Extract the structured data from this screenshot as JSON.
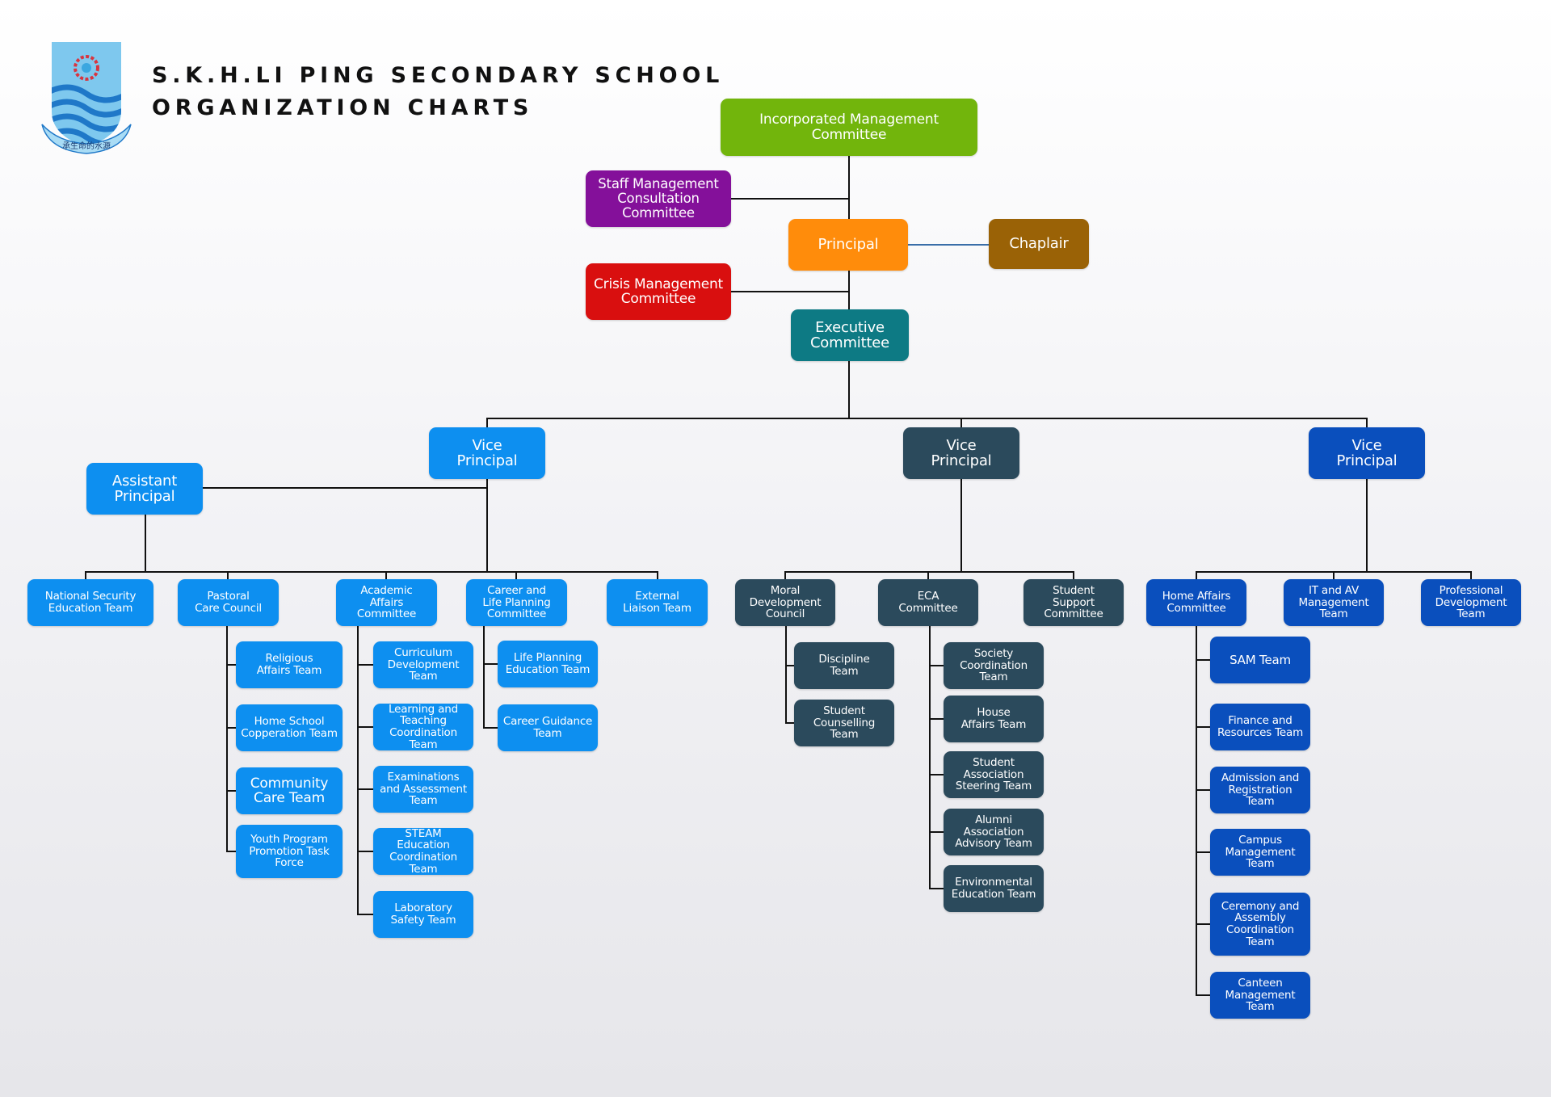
{
  "header": {
    "title_line_1": "S.K.H.LI PING SECONDARY SCHOOL",
    "title_line_2": "ORGANIZATION CHARTS",
    "logo_motto": "承生命的水源"
  },
  "colors": {
    "incorporated_committee": "#72b50c",
    "staff_consultation": "#84109a",
    "crisis": "#d90f0f",
    "principal": "#ff8c0b",
    "chaplain": "#9a6206",
    "executive": "#0d7a84",
    "light_blue_team": "#0d8ff0",
    "slate_team": "#2b4a5c",
    "dark_blue_team": "#0a4fbd",
    "connector": "#111111",
    "chaplain_connector": "#3a6ea8"
  },
  "top": {
    "imc": "Incorporated Management Committee",
    "smcc": "Staff Management\nConsultation\nCommittee",
    "principal": "Principal",
    "chaplain": "Chaplair",
    "crisis": "Crisis Management\nCommittee",
    "executive": "Executive\nCommittee"
  },
  "leaders": {
    "vp1": "Vice\nPrincipal",
    "vp2": "Vice\nPrincipal",
    "vp3": "Vice\nPrincipal",
    "ap": "Assistant\nPrincipal"
  },
  "branch_left": {
    "national_security": "National Security\nEducation Team",
    "pastoral": "Pastoral\nCare Council",
    "pastoral_teams": [
      "Religious\nAffairs Team",
      "Home School\nCopperation Team",
      "Community\nCare Team",
      "Youth Program\nPromotion Task\nForce"
    ],
    "academic": "Academic\nAffairs\nCommittee",
    "academic_teams": [
      "Curriculum\nDevelopment\nTeam",
      "Learning and\nTeaching\nCoordination Team",
      "Examinations\nand Assessment\nTeam",
      "STEAM Education\nCoordination\nTeam",
      "Laboratory\nSafety Team"
    ],
    "career": "Career and\nLife Planning\nCommittee",
    "career_teams": [
      "Life Planning\nEducation Team",
      "Career Guidance\nTeam"
    ],
    "external": "External\nLiaison Team"
  },
  "branch_middle": {
    "moral": "Moral\nDevelopment\nCouncil",
    "moral_teams": [
      "Discipline\nTeam",
      "Student\nCounselling\nTeam"
    ],
    "eca": "ECA\nCommittee",
    "eca_teams": [
      "Society\nCoordination\nTeam",
      "House\nAffairs Team",
      "Student\nAssociation\nSteering Team",
      "Alumni\nAssociation\nAdvisory Team",
      "Environmental\nEducation Team"
    ],
    "student_support": "Student\nSupport\nCommittee"
  },
  "branch_right": {
    "home_affairs": "Home Affairs\nCommittee",
    "home_affairs_teams": [
      "SAM Team",
      "Finance and\nResources Team",
      "Admission and\nRegistration\nTeam",
      "Campus\nManagement\nTeam",
      "Ceremony and\nAssembly\nCoordination\nTeam",
      "Canteen\nManagement\nTeam"
    ],
    "it_av": "IT and AV\nManagement\nTeam",
    "professional": "Professional\nDevelopment\nTeam"
  }
}
